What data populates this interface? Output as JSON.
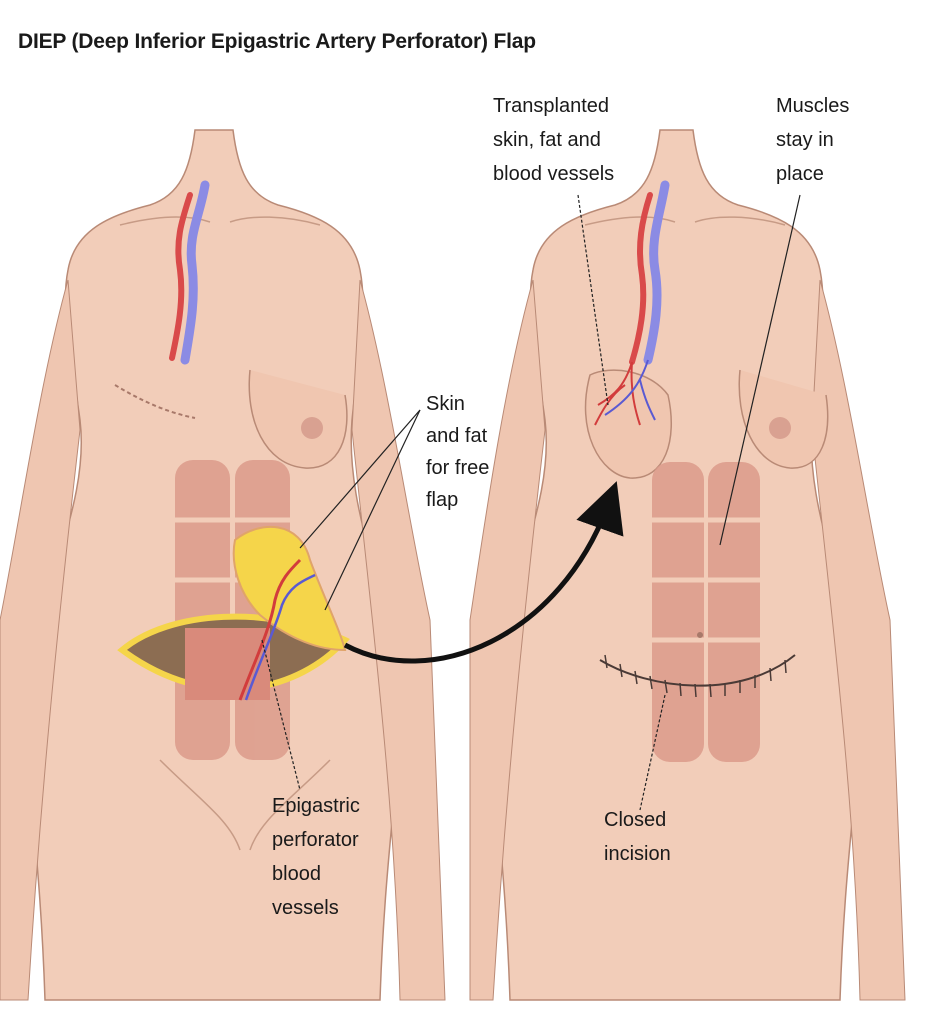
{
  "title": "DIEP (Deep Inferior Epigastric Artery Perforator) Flap",
  "labels": {
    "skin_fat": [
      "Skin",
      "and fat",
      "for free",
      "flap"
    ],
    "perforator": [
      "Epigastric",
      "perforator",
      "blood",
      "vessels"
    ],
    "transplanted": [
      "Transplanted",
      "skin, fat and",
      "blood vessels"
    ],
    "muscles": [
      "Muscles",
      "stay in",
      "place"
    ],
    "closed": [
      "Closed",
      "incision"
    ]
  },
  "colors": {
    "skin": "#f2cdb9",
    "skin_outline": "#b98a76",
    "muscle": "#d99080",
    "fat": "#f5d54a",
    "artery": "#d23c3c",
    "vein": "#7a7ae0"
  }
}
